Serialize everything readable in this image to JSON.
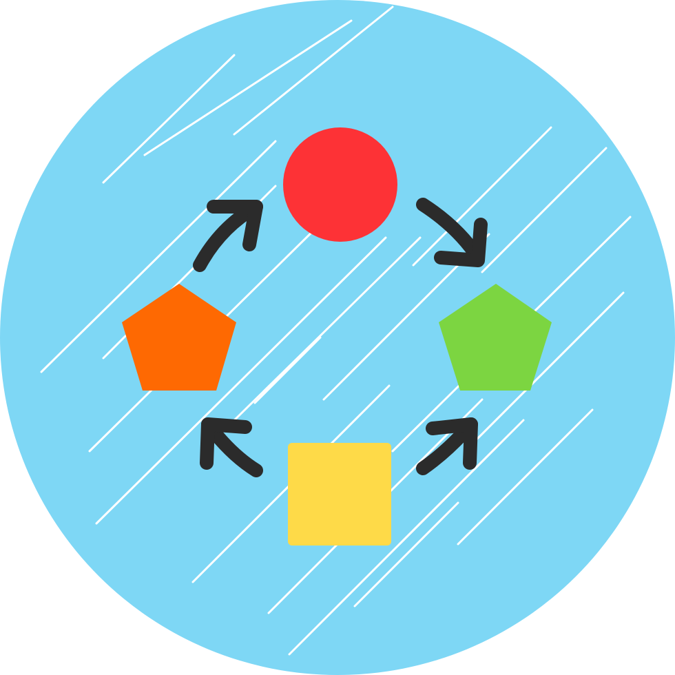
{
  "icon": {
    "name": "cycle-workflow-icon",
    "colors": {
      "background_circle": "#7ED7F5",
      "streaks": "#FFFFFF",
      "circle_node": "#FD3236",
      "pentagon_left": "#FE6902",
      "pentagon_right": "#7CD541",
      "square_node": "#FEDA48",
      "arrows": "#2B2B2B"
    },
    "nodes": [
      {
        "name": "circle-node",
        "shape": "circle"
      },
      {
        "name": "pentagon-right-node",
        "shape": "pentagon"
      },
      {
        "name": "square-node",
        "shape": "square"
      },
      {
        "name": "pentagon-left-node",
        "shape": "pentagon"
      }
    ],
    "arrows": [
      {
        "name": "arrow-circle-to-right-pentagon-icon",
        "direction": "clockwise"
      },
      {
        "name": "arrow-square-to-right-pentagon-icon",
        "direction": "up-right"
      },
      {
        "name": "arrow-square-to-left-pentagon-icon",
        "direction": "up-left"
      },
      {
        "name": "arrow-left-pentagon-to-circle-icon",
        "direction": "up-right"
      }
    ]
  }
}
